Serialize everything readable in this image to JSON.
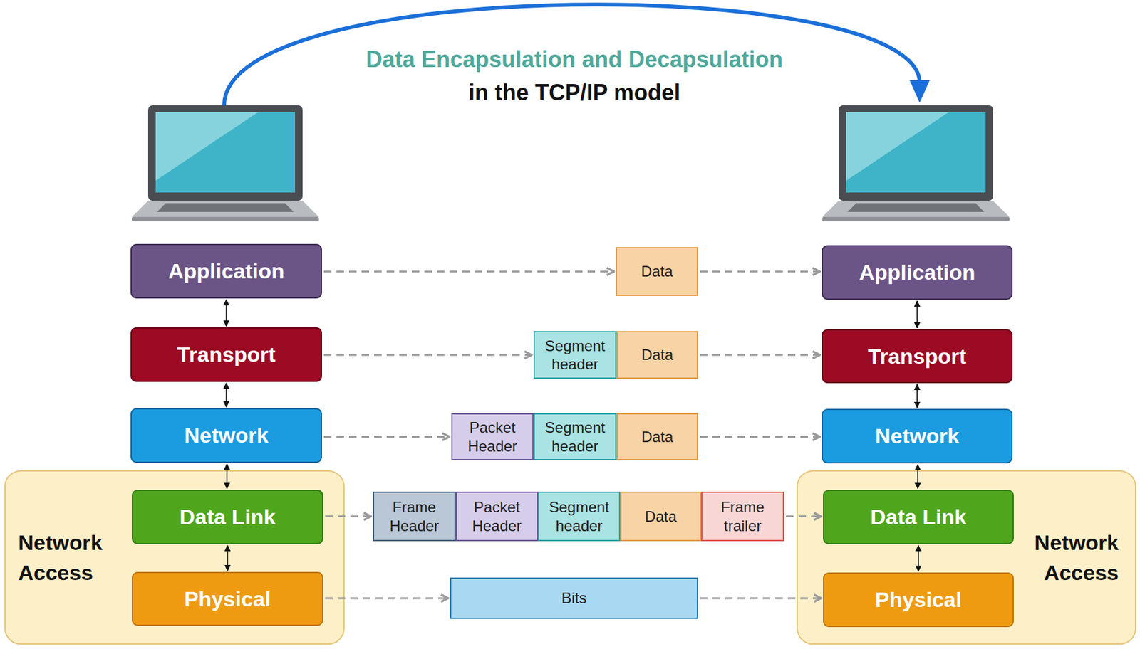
{
  "diagram": {
    "title": "Data Encapsulation and Decapsulation",
    "nodes": [
      {
        "text": [
          "Application"
        ]
      },
      {
        "text": [
          "Data"
        ]
      },
      {
        "text": [
          "Application"
        ]
      },
      {
        "text": [
          "Transport"
        ]
      },
      {
        "text": [
          "Segment header"
        ]
      },
      {
        "text": [
          "Data"
        ]
      },
      {
        "text": [
          "Transport"
        ]
      },
      {
        "text": [
          "Network"
        ]
      },
      {
        "text": [
          "Packet Header"
        ]
      },
      {
        "text": [
          "Segment header"
        ]
      },
      {
        "text": [
          "Data"
        ]
      },
      {
        "text": [
          "Network"
        ]
      },
      {
        "text": [
          "Network Access"
        ]
      },
      {
        "text": [
          "Data Link"
        ],
        "in": 12
      },
      {
        "text": [
          "Frame Header"
        ]
      },
      {
        "text": [
          "Packet Header"
        ]
      },
      {
        "text": [
          "Segment header"
        ]
      },
      {
        "text": [
          "Data"
        ]
      },
      {
        "text": [
          "Frame trailer"
        ]
      },
      {
        "text": [
          "Network Access"
        ]
      },
      {
        "text": [
          "Data Link"
        ],
        "in": 19
      },
      {
        "text": [
          "Physical"
        ],
        "in": 12
      },
      {
        "text": [
          "Bits"
        ]
      },
      {
        "text": [
          "Physical"
        ],
        "in": 19
      }
    ],
    "edges": [
      {
        "from": 0,
        "to": 3,
        "arrow": "both"
      },
      {
        "from": 3,
        "to": 7,
        "arrow": "both"
      },
      {
        "from": 7,
        "to": 13,
        "arrow": "both"
      },
      {
        "from": 13,
        "to": 21,
        "arrow": "both"
      },
      {
        "from": 2,
        "to": 6,
        "arrow": "both"
      },
      {
        "from": 6,
        "to": 11,
        "arrow": "both"
      },
      {
        "from": 11,
        "to": 20,
        "arrow": "both"
      },
      {
        "from": 20,
        "to": 23,
        "arrow": "both"
      },
      {
        "from": 0,
        "to": 1,
        "arrow": "to"
      },
      {
        "from": 1,
        "to": 2,
        "arrow": "to"
      },
      {
        "from": 3,
        "to": 4,
        "arrow": "to"
      },
      {
        "from": 5,
        "to": 6,
        "arrow": "to"
      },
      {
        "from": 7,
        "to": 8,
        "arrow": "to"
      },
      {
        "from": 10,
        "to": 11,
        "arrow": "to"
      },
      {
        "from": 13,
        "to": 14,
        "arrow": "to"
      },
      {
        "from": 18,
        "to": 20,
        "arrow": "to"
      },
      {
        "from": 21,
        "to": 22,
        "arrow": "to"
      },
      {
        "from": 22,
        "to": 23,
        "arrow": "to"
      }
    ],
    "labels": [
      "in the TCP/IP model"
    ]
  }
}
